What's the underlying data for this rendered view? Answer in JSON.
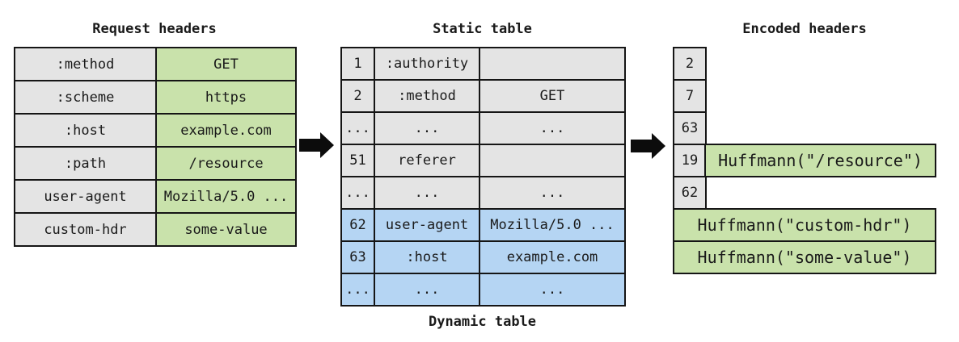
{
  "colors": {
    "green": "#c9e2ab",
    "gray": "#e4e4e4",
    "blue": "#b5d5f3",
    "border": "#151515",
    "ink": "#1a1a1a"
  },
  "request_headers": {
    "title": "Request headers",
    "rows": [
      {
        "name": ":method",
        "value": "GET"
      },
      {
        "name": ":scheme",
        "value": "https"
      },
      {
        "name": ":host",
        "value": "example.com"
      },
      {
        "name": ":path",
        "value": "/resource"
      },
      {
        "name": "user-agent",
        "value": "Mozilla/5.0 ..."
      },
      {
        "name": "custom-hdr",
        "value": "some-value"
      }
    ]
  },
  "static_table": {
    "title": "Static table",
    "footer": "Dynamic table",
    "rows": [
      {
        "index": "1",
        "name": ":authority",
        "value": "",
        "tone": "gray"
      },
      {
        "index": "2",
        "name": ":method",
        "value": "GET",
        "tone": "gray"
      },
      {
        "index": "...",
        "name": "...",
        "value": "...",
        "tone": "gray"
      },
      {
        "index": "51",
        "name": "referer",
        "value": "",
        "tone": "gray"
      },
      {
        "index": "...",
        "name": "...",
        "value": "...",
        "tone": "gray"
      },
      {
        "index": "62",
        "name": "user-agent",
        "value": "Mozilla/5.0 ...",
        "tone": "blue"
      },
      {
        "index": "63",
        "name": ":host",
        "value": "example.com",
        "tone": "blue"
      },
      {
        "index": "...",
        "name": "...",
        "value": "...",
        "tone": "blue"
      }
    ]
  },
  "encoded_headers": {
    "title": "Encoded headers",
    "indices": [
      "2",
      "7",
      "63",
      "19",
      "62"
    ],
    "path_literal": "Huffmann(\"/resource\")",
    "name_literal": "Huffmann(\"custom-hdr\")",
    "value_literal": "Huffmann(\"some-value\")"
  }
}
